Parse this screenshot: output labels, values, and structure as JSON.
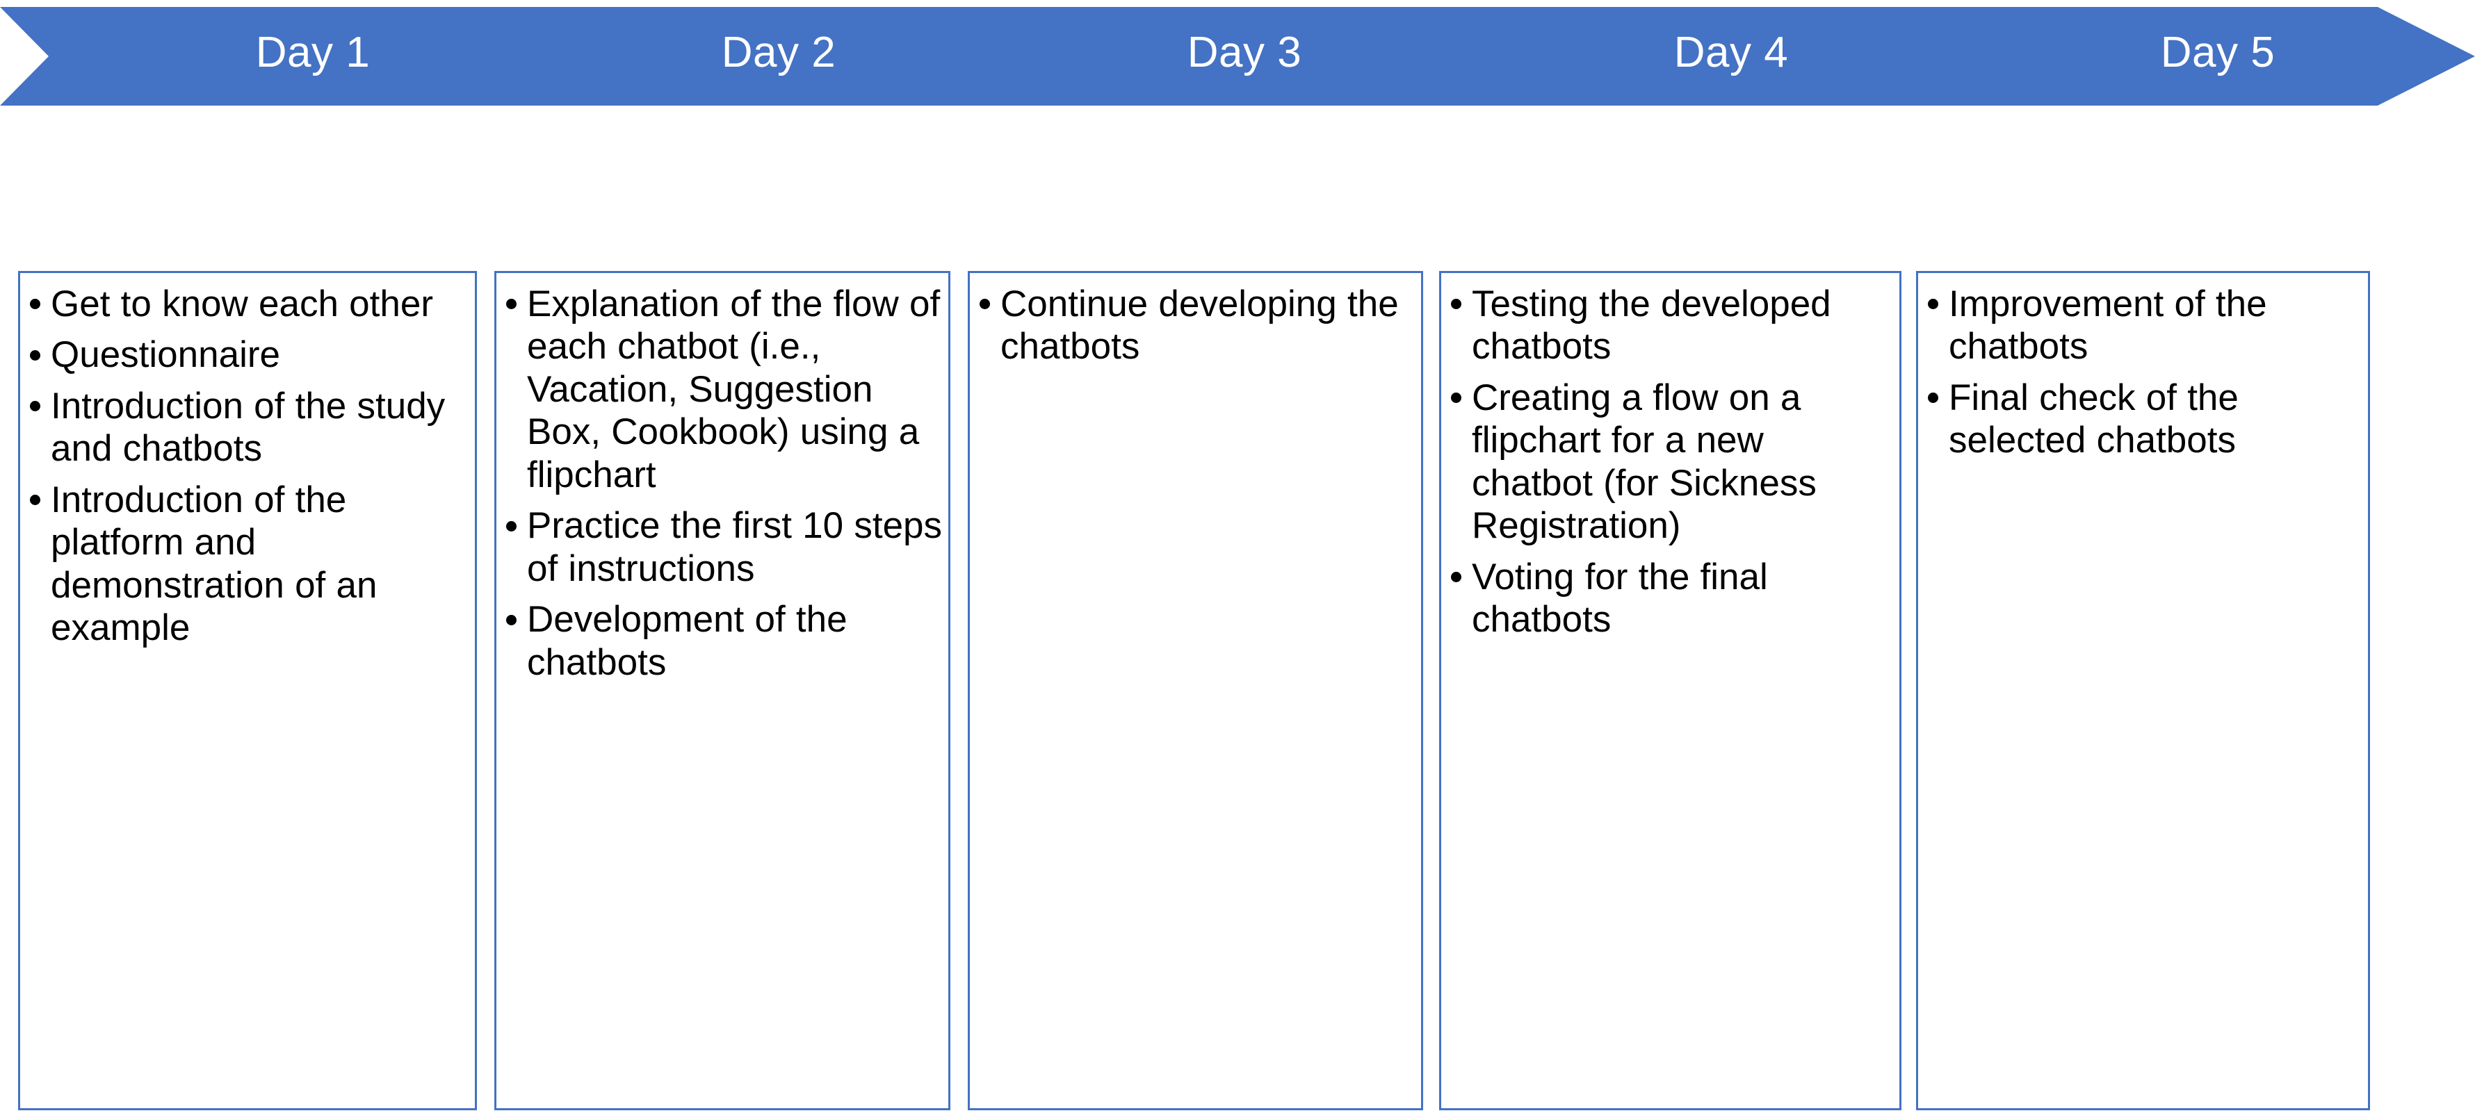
{
  "diagram": {
    "type": "chevron-process-timeline",
    "accent_color": "#4472C4",
    "box_border_color": "#4472C4",
    "text_color": "#000000",
    "chevron_label_color": "#FFFFFF",
    "background_color": "#FFFFFF",
    "stages": [
      {
        "label": "Day 1",
        "items": [
          "Get to know each other",
          "Questionnaire",
          "Introduction of the study and chatbots",
          "Introduction of the platform and demonstration of an example"
        ]
      },
      {
        "label": "Day 2",
        "items": [
          "Explanation of the flow of each chatbot (i.e., Vacation, Suggestion Box, Cookbook) using a flipchart",
          "Practice the first 10 steps of instructions",
          "Development of the chatbots"
        ]
      },
      {
        "label": "Day 3",
        "items": [
          "Continue developing the chatbots"
        ]
      },
      {
        "label": "Day 4",
        "items": [
          "Testing the developed chatbots",
          "Creating a flow on a flipchart for a new chatbot (for Sickness Registration)",
          "Voting for the final chatbots"
        ]
      },
      {
        "label": "Day 5",
        "items": [
          "Improvement of the chatbots",
          "Final check of the selected chatbots"
        ]
      }
    ]
  }
}
